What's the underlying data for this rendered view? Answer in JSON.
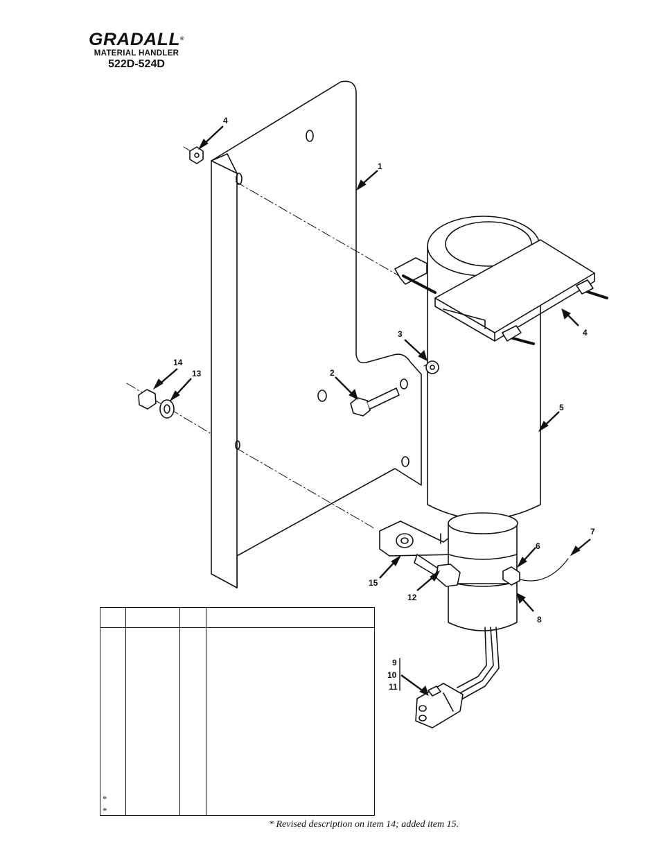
{
  "header": {
    "brand": "GRADALL",
    "trademark": "®",
    "subtitle": "MATERIAL HANDLER",
    "model": "522D-524D"
  },
  "callouts": {
    "c1": "1",
    "c2": "2",
    "c3": "3",
    "c4a": "4",
    "c4b": "4",
    "c5": "5",
    "c6": "6",
    "c7": "7",
    "c8": "8",
    "c9": "9",
    "c10": "10",
    "c11": "11",
    "c12": "12",
    "c13": "13",
    "c14": "14",
    "c15": "15"
  },
  "table": {
    "row_marks": [
      "*",
      "*"
    ]
  },
  "footnote": "* Revised description on item 14; added item 15."
}
